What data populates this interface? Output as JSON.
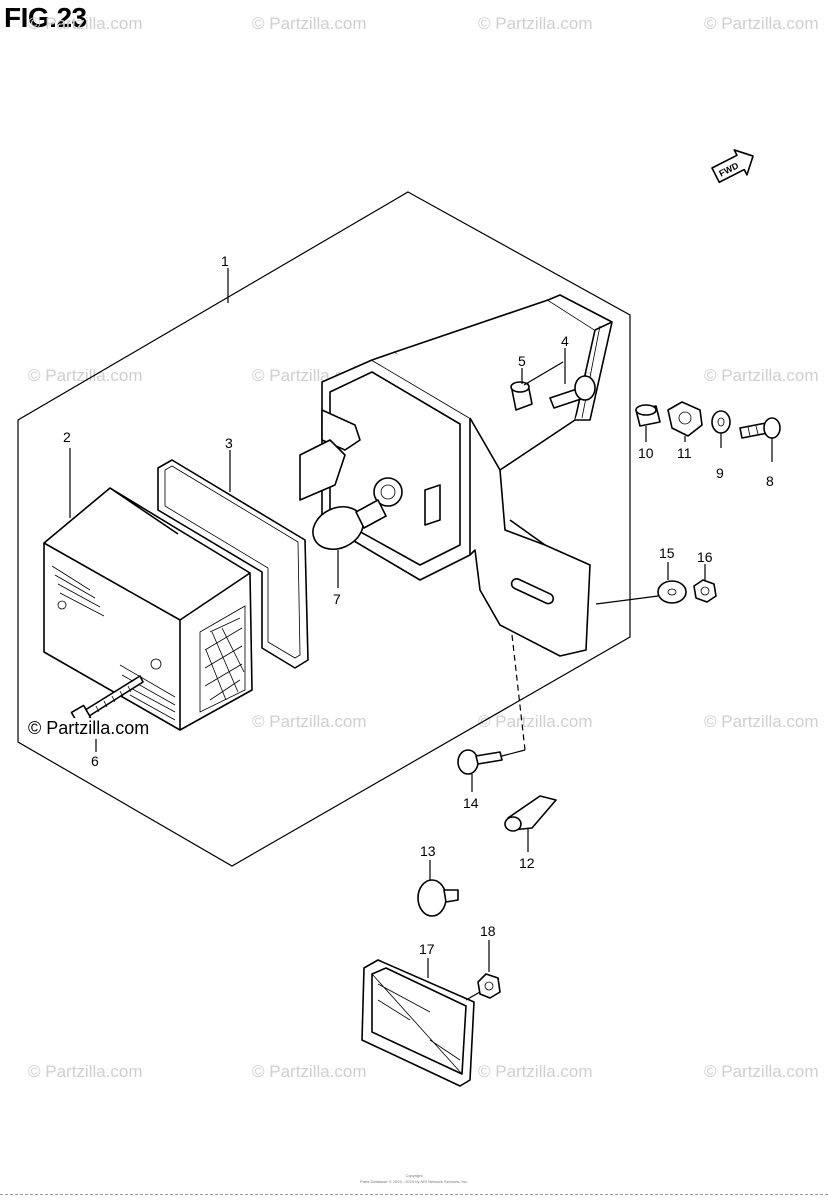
{
  "figure": {
    "title": "FIG.23"
  },
  "watermarks": {
    "text": "© Partzilla.com",
    "dark_text": "© Partzilla.com"
  },
  "callouts": [
    "1",
    "2",
    "3",
    "4",
    "5",
    "6",
    "7",
    "8",
    "9",
    "10",
    "11",
    "12",
    "13",
    "14",
    "15",
    "16",
    "17",
    "18"
  ],
  "fwd_label": "FWD",
  "copyright": {
    "heading": "Copyright",
    "line": "Parts Database © 2004 - 2019 by ARI Network Services, Inc."
  }
}
